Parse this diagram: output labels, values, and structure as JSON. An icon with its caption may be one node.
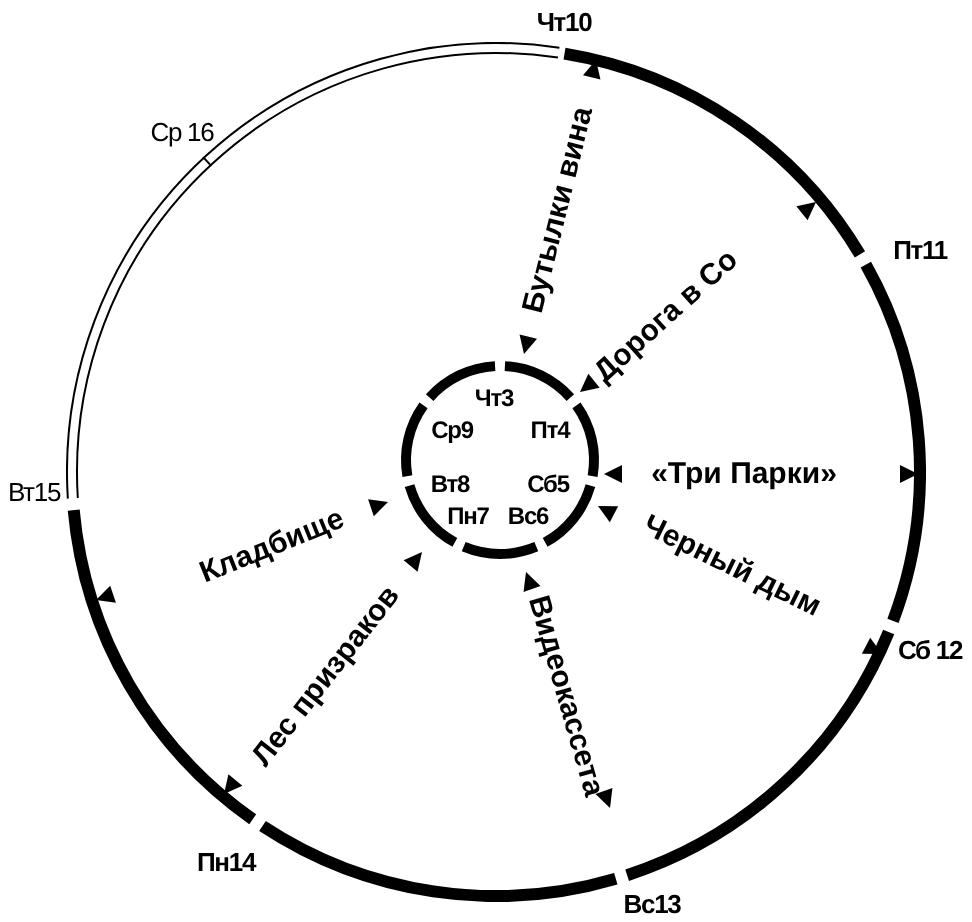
{
  "diagram": {
    "nodes": [
      {
        "text": [
          "Чт10",
          "Ср 16",
          "Пт11",
          "Вт15",
          "Сб 12",
          "Пн14",
          "Вс13"
        ]
      },
      {
        "text": [
          "Чт3",
          "Ср9",
          "Пт4",
          "Вт8",
          "Сб5",
          "Пн7",
          "Вс6"
        ],
        "in": 0
      }
    ],
    "labels": [
      "Бутылки вина",
      "Дорога в Со",
      "«Три Парки»",
      "Кладбище",
      "Черный дым",
      "Лес призраков",
      "Видеокассета"
    ]
  }
}
